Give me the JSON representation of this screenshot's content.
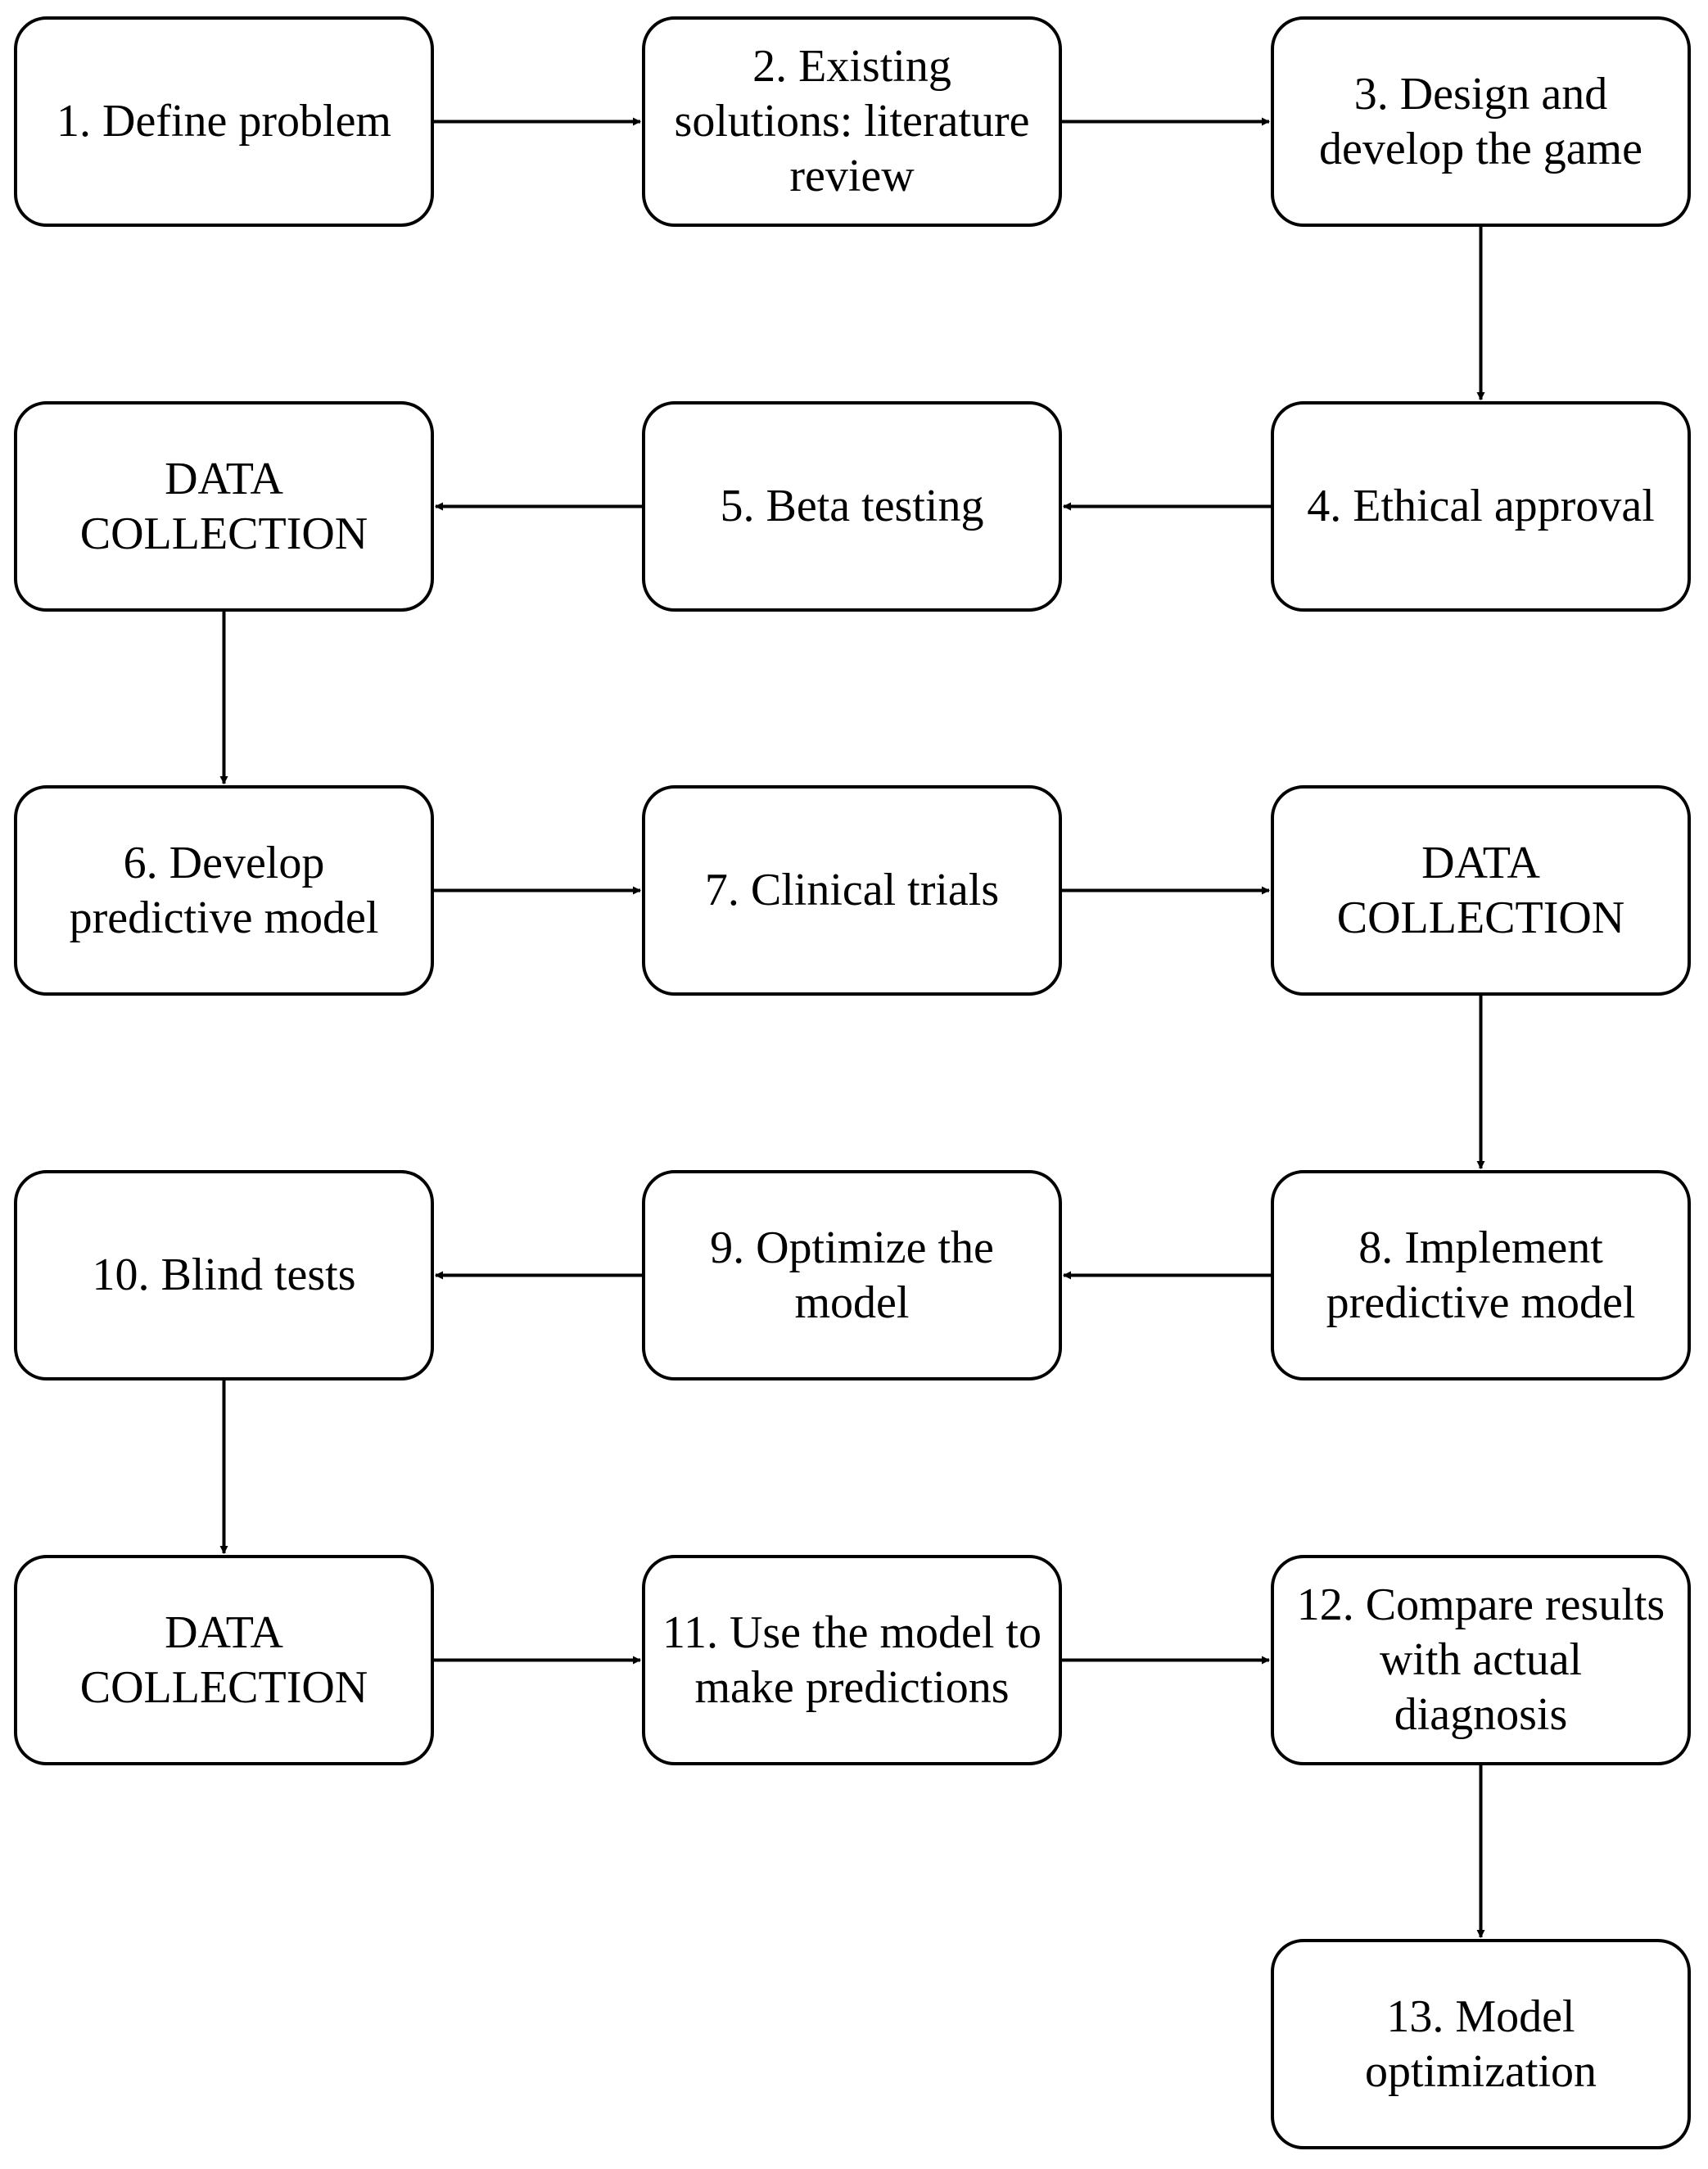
{
  "nodes": [
    {
      "id": "n1",
      "label": "1. Define problem"
    },
    {
      "id": "n2",
      "label": "2. Existing\nsolutions: literature\nreview"
    },
    {
      "id": "n3",
      "label": "3. Design and\ndevelop the game"
    },
    {
      "id": "n4",
      "label": "4. Ethical approval"
    },
    {
      "id": "n5",
      "label": "5. Beta testing"
    },
    {
      "id": "dc1",
      "label": "DATA\nCOLLECTION"
    },
    {
      "id": "n6",
      "label": "6. Develop\npredictive model"
    },
    {
      "id": "n7",
      "label": "7. Clinical trials"
    },
    {
      "id": "dc2",
      "label": "DATA\nCOLLECTION"
    },
    {
      "id": "n8",
      "label": "8. Implement\npredictive model"
    },
    {
      "id": "n9",
      "label": "9. Optimize the\nmodel"
    },
    {
      "id": "n10",
      "label": "10. Blind tests"
    },
    {
      "id": "dc3",
      "label": "DATA\nCOLLECTION"
    },
    {
      "id": "n11",
      "label": "11. Use the model to\nmake predictions"
    },
    {
      "id": "n12",
      "label": "12. Compare results\nwith actual\ndiagnosis"
    },
    {
      "id": "n13",
      "label": "13. Model\noptimization"
    }
  ],
  "edges": [
    {
      "from": "n1",
      "to": "n2"
    },
    {
      "from": "n2",
      "to": "n3"
    },
    {
      "from": "n3",
      "to": "n4"
    },
    {
      "from": "n4",
      "to": "n5"
    },
    {
      "from": "n5",
      "to": "dc1"
    },
    {
      "from": "dc1",
      "to": "n6"
    },
    {
      "from": "n6",
      "to": "n7"
    },
    {
      "from": "n7",
      "to": "dc2"
    },
    {
      "from": "dc2",
      "to": "n8"
    },
    {
      "from": "n8",
      "to": "n9"
    },
    {
      "from": "n9",
      "to": "n10"
    },
    {
      "from": "n10",
      "to": "dc3"
    },
    {
      "from": "dc3",
      "to": "n11"
    },
    {
      "from": "n11",
      "to": "n12"
    },
    {
      "from": "n12",
      "to": "n13"
    }
  ]
}
